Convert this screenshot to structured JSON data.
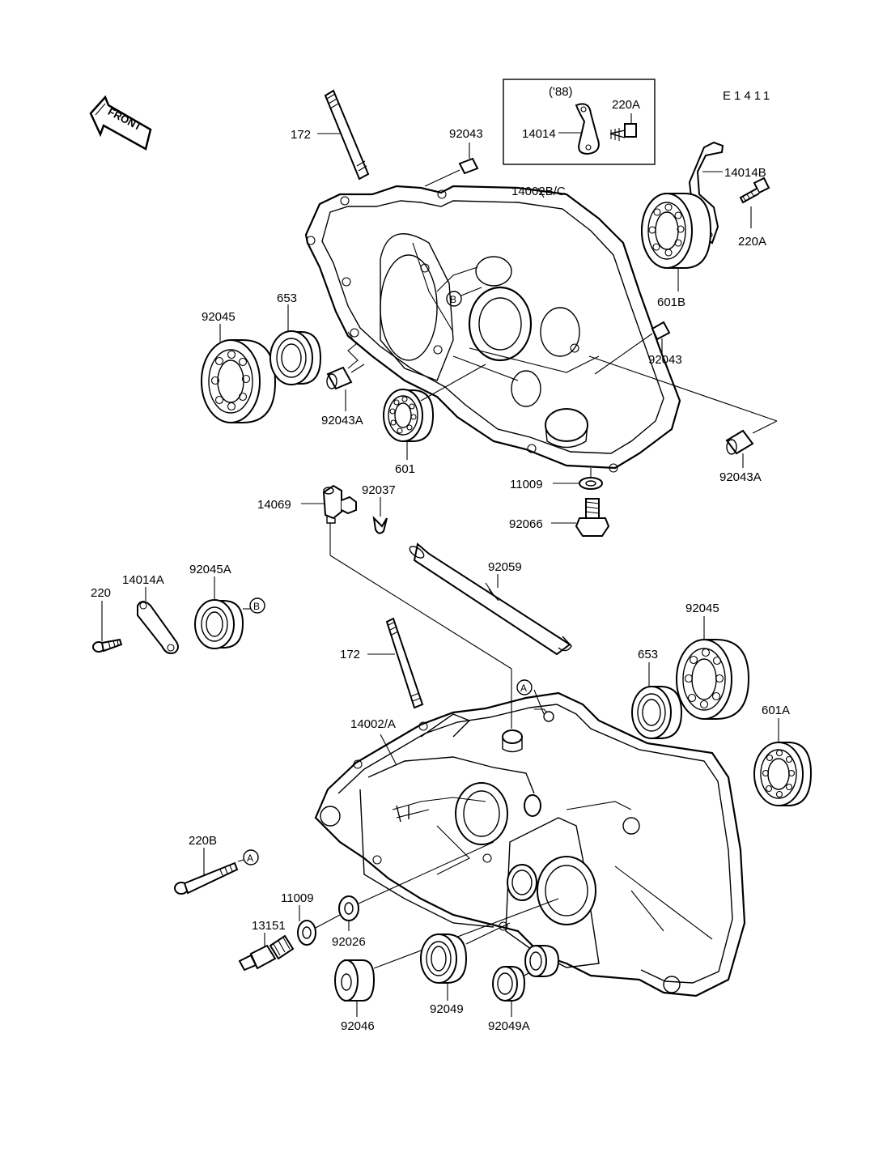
{
  "diagram": {
    "code": "E1411",
    "front_label": "FRONT",
    "box_label": "('88)",
    "callouts": {
      "p172_top": "172",
      "p92043_top": "92043",
      "p14014": "14014",
      "p220A_top": "220A",
      "p14014B": "14014B",
      "p220A_right": "220A",
      "p14002BC": "14002B/C",
      "p601B": "601B",
      "p653_top": "653",
      "p92045_top": "92045",
      "p92043_right": "92043",
      "p92043A_left": "92043A",
      "p601": "601",
      "p92043A_right": "92043A",
      "p11009_top": "11009",
      "p92066": "92066",
      "p14069": "14069",
      "p92037": "92037",
      "p92059": "92059",
      "p220": "220",
      "p14014A": "14014A",
      "p92045A": "92045A",
      "p92045_bottom": "92045",
      "p653_bottom": "653",
      "p601A": "601A",
      "p172_bottom": "172",
      "p14002A": "14002/A",
      "p220B": "220B",
      "p11009_bottom": "11009",
      "p13151": "13151",
      "p92026": "92026",
      "p92046": "92046",
      "p92049": "92049",
      "p92049A": "92049A"
    },
    "refs": {
      "b1": "B",
      "b2": "B",
      "a1": "A",
      "a2": "A"
    }
  }
}
